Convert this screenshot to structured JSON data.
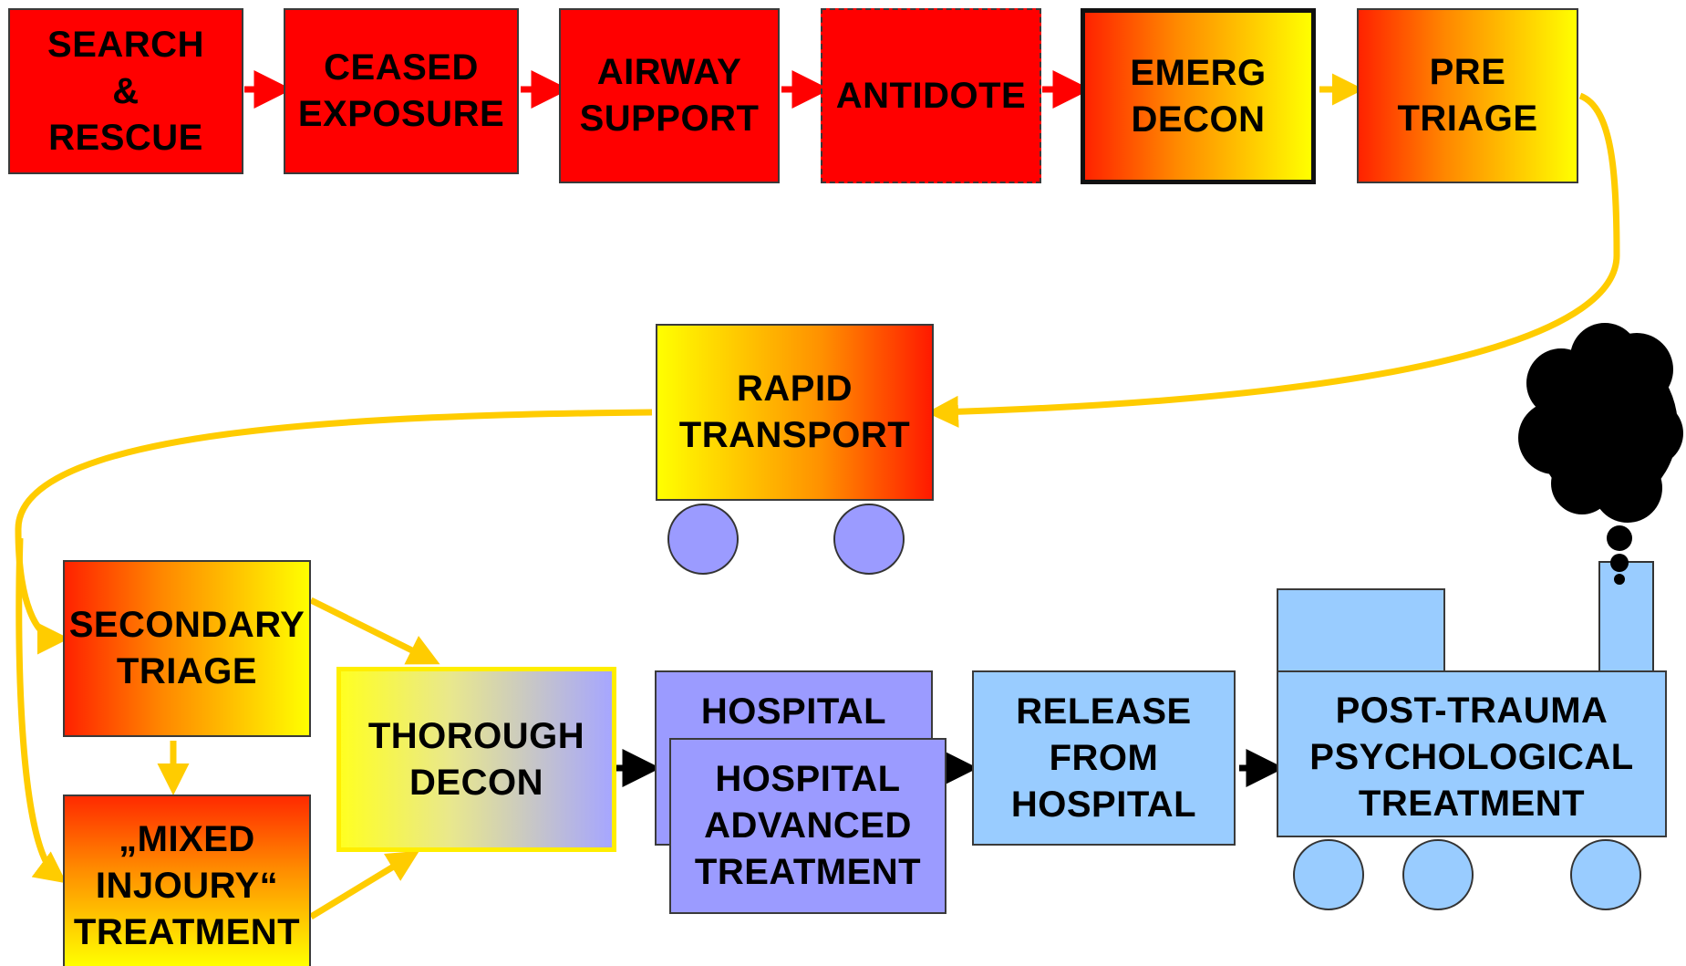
{
  "steps": {
    "search_rescue": "SEARCH\n&\nRESCUE",
    "ceased_exposure": "CEASED\nEXPOSURE",
    "airway_support": "AIRWAY\nSUPPORT",
    "antidote": "ANTIDOTE",
    "emerg_decon": "EMERG\nDECON",
    "pre_triage": "PRE\nTRIAGE",
    "rapid_transport": "RAPID\nTRANSPORT",
    "secondary_triage": "SECONDARY\nTRIAGE",
    "mixed_injury": "„MIXED\nINJOURY“\nTREATMENT",
    "thorough_decon": "THOROUGH\nDECON",
    "hospital": "HOSPITAL",
    "hospital_advanced": "HOSPITAL\nADVANCED\nTREATMENT",
    "release": "RELEASE\nFROM\nHOSPITAL",
    "post_trauma": "POST-TRAUMA\nPSYCHOLOGICAL\nTREATMENT"
  },
  "colors": {
    "red": "#ff0000",
    "yellow": "#ffff00",
    "arrow_red": "#ff0000",
    "arrow_yellow": "#ffcc00",
    "arrow_black": "#000000",
    "violet": "#9b9bff",
    "light_blue": "#99ccff",
    "smoke": "#000000"
  }
}
